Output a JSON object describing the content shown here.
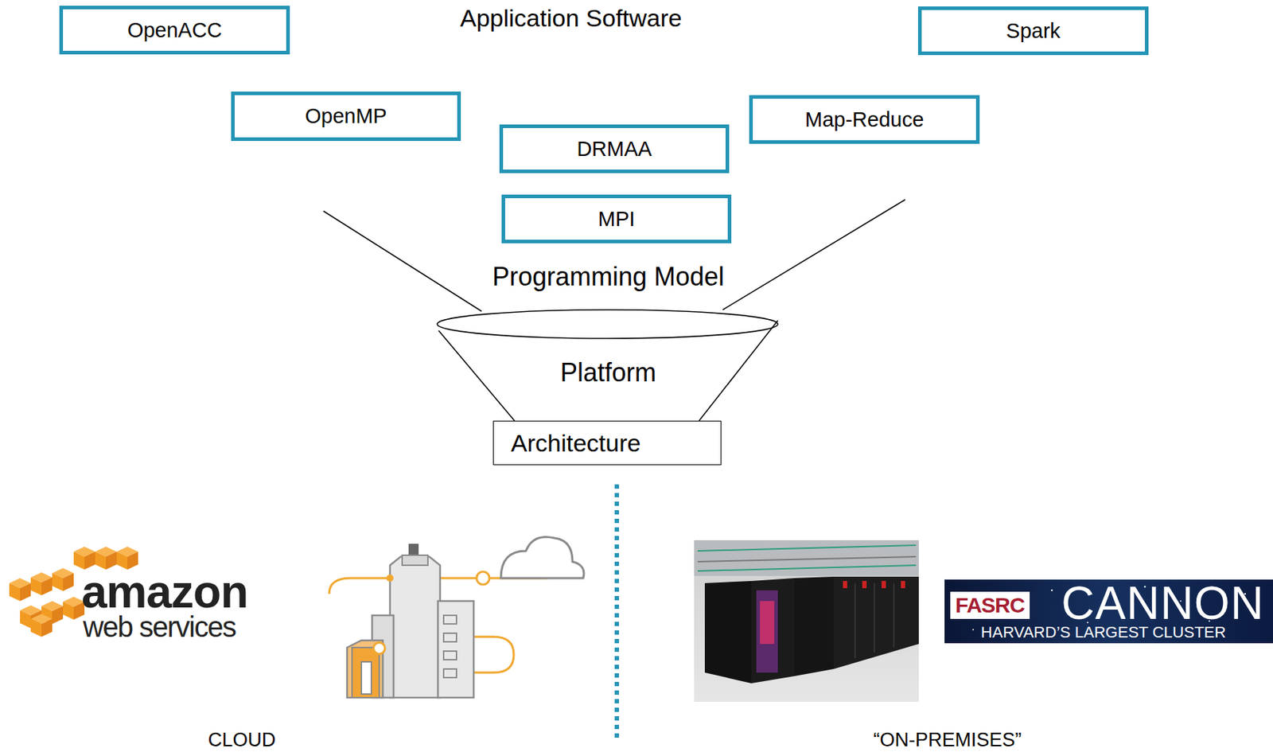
{
  "diagram": {
    "nodes": [
      {
        "text": [
          "OpenACC"
        ]
      },
      {
        "text": [
          "Spark"
        ]
      },
      {
        "text": [
          "OpenMP"
        ]
      },
      {
        "text": [
          "Map-Reduce"
        ]
      },
      {
        "text": [
          "DRMAA"
        ]
      },
      {
        "text": [
          "MPI"
        ]
      },
      {
        "text": [
          "Architecture"
        ]
      }
    ],
    "edges": [],
    "labels": [
      "Application Software",
      "Programming Model",
      "Platform",
      "amazon",
      "web services",
      "FASRC",
      "CANNON",
      "HARVARD’S LARGEST CLUSTER",
      "CLOUD",
      "“ON-PREMISES”"
    ]
  }
}
